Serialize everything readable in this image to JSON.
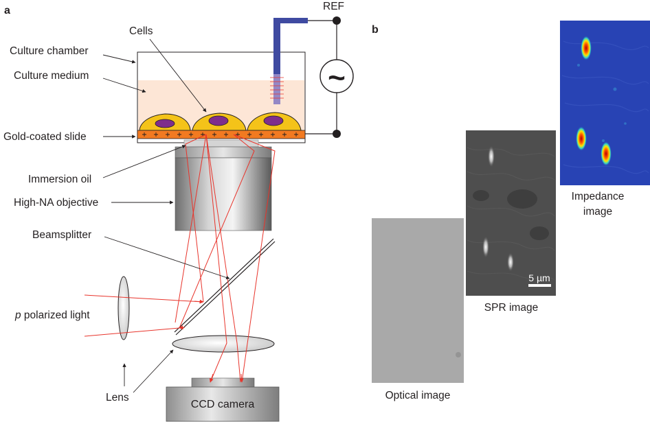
{
  "panels": {
    "a": "a",
    "b": "b"
  },
  "labels": {
    "ref": "REF",
    "cells": "Cells",
    "culture_chamber": "Culture chamber",
    "culture_medium": "Culture medium",
    "gold_slide": "Gold-coated slide",
    "immersion_oil": "Immersion oil",
    "objective": "High-NA objective",
    "beamsplitter": "Beamsplitter",
    "polarized_p": "p",
    "polarized_rest": " polarized light",
    "lens": "Lens",
    "ccd": "CCD camera",
    "ac_symbol": "~"
  },
  "images": {
    "optical": "Optical image",
    "spr": "SPR image",
    "impedance_line1": "Impedance",
    "impedance_line2": "image",
    "scalebar": "5 µm"
  },
  "colors": {
    "electrode": "#3f4aa1",
    "gold": "#f27a21",
    "cell": "#f4c319",
    "nucleus": "#7e2e8c",
    "medium": "#fde6d6",
    "beam": "#e8332a",
    "impedance_bg": "#2843b4",
    "optical_bg": "#a9a9a9",
    "spr_bg": "#4e4e4e"
  }
}
